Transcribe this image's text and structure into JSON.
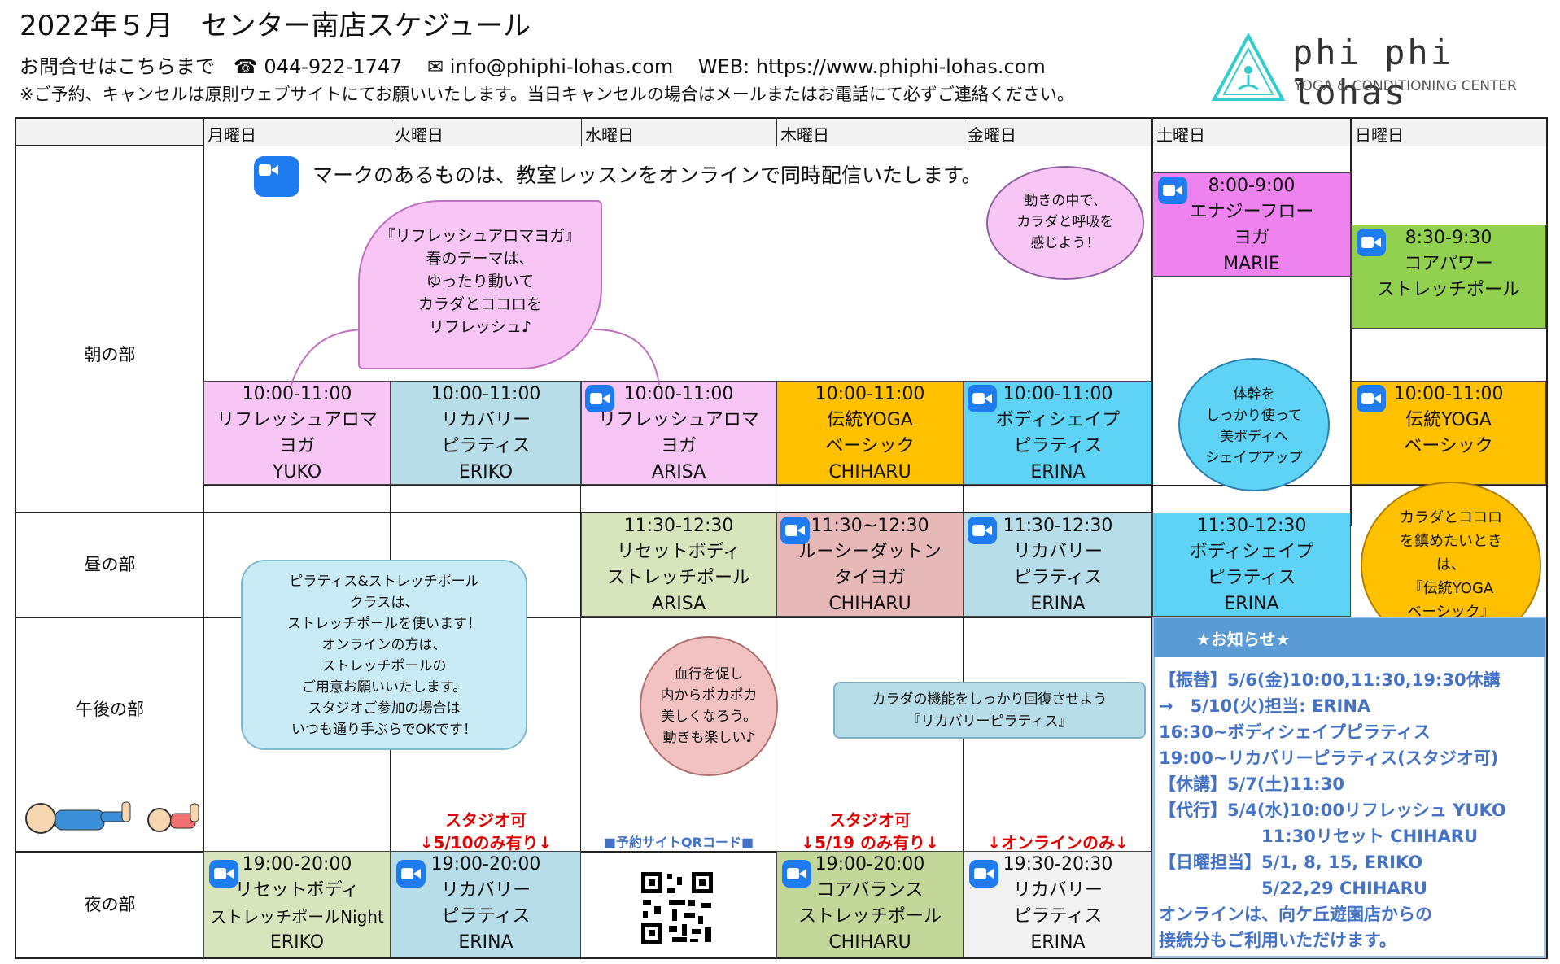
{
  "header": {
    "title": "2022年５月　センター南店スケジュール",
    "contact_prefix": "お問合せはこちらまで",
    "phone_icon": "phone-icon",
    "phone": "044-922-1747",
    "mail_icon": "mail-icon",
    "email": "info@phiphi-lohas.com",
    "web": "WEB: https://www.phiphi-lohas.com",
    "notice": "※ご予約、キャンセルは原則ウェブサイトにてお願いいたします。当日キャンセルの場合はメールまたはお電話にて必ずご連絡ください。"
  },
  "logo": {
    "brand": "phi phi lohas",
    "sub": "YOGA & CONDITIONING CENTER"
  },
  "days": [
    "月曜日",
    "火曜日",
    "水曜日",
    "木曜日",
    "金曜日",
    "土曜日",
    "日曜日"
  ],
  "rows": [
    "朝の部",
    "昼の部",
    "午後の部",
    "夜の部"
  ],
  "zoom_notice": "マークのあるものは、教室レッスンをオンラインで同時配信いたします。",
  "classes": {
    "sat_morning": {
      "time": "8:00-9:00",
      "name1": "エナジーフロー",
      "name2": "ヨガ",
      "teacher": "MARIE"
    },
    "sun_morning": {
      "time": "8:30-9:30",
      "name1": "コアパワー",
      "name2": "ストレッチポール"
    },
    "mon_10": {
      "time": "10:00-11:00",
      "name1": "リフレッシュアロマ",
      "name2": "ヨガ",
      "teacher": "YUKO"
    },
    "tue_10": {
      "time": "10:00-11:00",
      "name1": "リカバリー",
      "name2": "ピラティス",
      "teacher": "ERIKO"
    },
    "wed_10": {
      "time": "10:00-11:00",
      "name1": "リフレッシュアロマ",
      "name2": "ヨガ",
      "teacher": "ARISA"
    },
    "thu_10": {
      "time": "10:00-11:00",
      "name1": "伝統YOGA",
      "name2": "ベーシック",
      "teacher": "CHIHARU"
    },
    "fri_10": {
      "time": "10:00-11:00",
      "name1": "ボディシェイプ",
      "name2": "ピラティス",
      "teacher": "ERINA"
    },
    "sun_10": {
      "time": "10:00-11:00",
      "name1": "伝統YOGA",
      "name2": "ベーシック"
    },
    "wed_1130": {
      "time": "11:30-12:30",
      "name1": "リセットボディ",
      "name2": "ストレッチポール",
      "teacher": "ARISA"
    },
    "thu_1130": {
      "time": "11:30~12:30",
      "name1": "ルーシーダットン",
      "name2": "タイヨガ",
      "teacher": "CHIHARU"
    },
    "fri_1130": {
      "time": "11:30-12:30",
      "name1": "リカバリー",
      "name2": "ピラティス",
      "teacher": "ERINA"
    },
    "sat_1130": {
      "time": "11:30-12:30",
      "name1": "ボディシェイプ",
      "name2": "ピラティス",
      "teacher": "ERINA"
    },
    "mon_19": {
      "time": "19:00-20:00",
      "name1": "リセットボディ",
      "name2": "ストレッチポールNight",
      "teacher": "ERIKO"
    },
    "tue_19": {
      "time": "19:00-20:00",
      "name1": "リカバリー",
      "name2": "ピラティス",
      "teacher": "ERINA"
    },
    "thu_19": {
      "time": "19:00-20:00",
      "name1": "コアバランス",
      "name2": "ストレッチポール",
      "teacher": "CHIHARU"
    },
    "fri_1930": {
      "time": "19:30-20:30",
      "name1": "リカバリー",
      "name2": "ピラティス",
      "teacher": "ERINA"
    }
  },
  "bubbles": {
    "aroma": [
      "『リフレッシュアロマヨガ』",
      "春のテーマは、",
      "ゆったり動いて",
      "カラダとココロを",
      "リフレッシュ♪"
    ],
    "sat_flow": [
      "動きの中で、",
      "カラダと呼吸を",
      "感じよう！"
    ],
    "body_shape": [
      "体幹を",
      "しっかり使って",
      "美ボディへ",
      "シェイプアップ"
    ],
    "yoga_basic": [
      "カラダとココロ",
      "を鎮めたいとき",
      "は、",
      "『伝統YOGA",
      "ベーシック』"
    ],
    "stretch": [
      "ピラティス&ストレッチポール",
      "クラスは、",
      "ストレッチポールを使います！",
      "オンラインの方は、",
      "ストレッチポールの",
      "ご用意お願いいたします。",
      "スタジオご参加の場合は",
      "いつも通り手ぶらでOKです！"
    ],
    "lucy": [
      "血行を促し",
      "内からポカポカ",
      "美しくなろう。",
      "動きも楽しい♪"
    ],
    "recovery": [
      "カラダの機能をしっかり回復させよう",
      "『リカバリーピラティス』"
    ]
  },
  "notes": {
    "tue_studio": "スタジオ可",
    "tue_only": "↓5/10のみ有り↓",
    "wed_qr": "■予約サイトQRコード■",
    "thu_studio": "スタジオ可",
    "thu_only": "↓5/19 のみ有り↓",
    "fri_online": "↓オンラインのみ↓"
  },
  "info": {
    "title": "★お知らせ★",
    "lines": [
      "【振替】5/6(金)10:00,11:30,19:30休講",
      "→　5/10(火)担当: ERINA",
      "16:30~ボディシェイプピラティス",
      "19:00~リカバリーピラティス(スタジオ可)",
      "【休講】5/7(土)11:30",
      "【代行】5/4(水)10:00リフレッシュ YUKO",
      "　　　　　　11:30リセット  CHIHARU",
      "【日曜担当】5/1, 8, 15,  ERIKO",
      "　　　　　　5/22,29  CHIHARU",
      "オンラインは、向ケ丘遊園店からの",
      "接続分もご利用いただけます。"
    ]
  },
  "colors": {
    "pink": "#f7c6f5",
    "blue": "#b7dde8",
    "orange": "#ffc000",
    "cyan": "#5fd3f5",
    "magenta": "#ee82ee",
    "green": "#92d050",
    "olive": "#c4d79b",
    "lightgreen": "#d8e4bc",
    "rose": "#e6b9b8",
    "grey": "#f2f2f2"
  }
}
